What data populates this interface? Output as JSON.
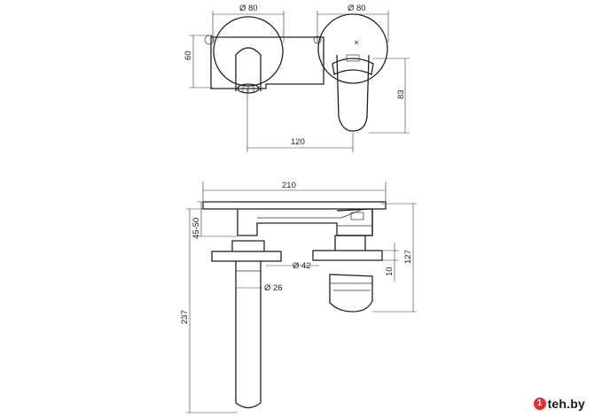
{
  "dimensions": {
    "top_diameter_left": "Ø 80",
    "top_diameter_right": "Ø 80",
    "plate_height": "60",
    "lever_height": "83",
    "center_distance": "120",
    "total_length": "210",
    "wall_range": "45-50",
    "total_height": "237",
    "height_127": "127",
    "rosette_diameter": "Ø 42",
    "spout_diameter": "Ø 26",
    "rosette_thickness": "10"
  },
  "watermark": {
    "site": "teh.by",
    "mark": "1"
  }
}
